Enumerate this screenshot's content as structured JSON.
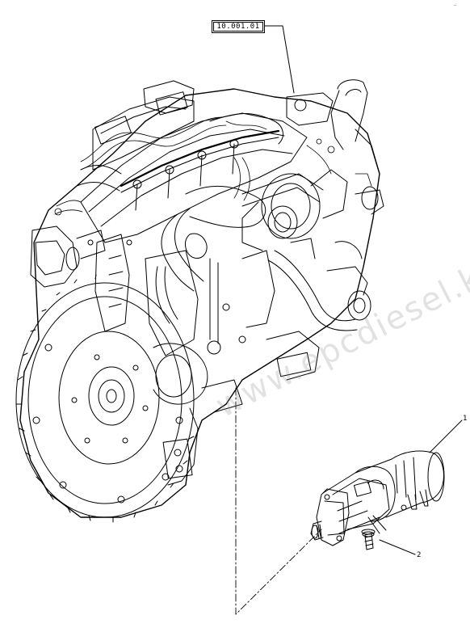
{
  "diagram": {
    "reference_label": "10.001.01",
    "corner_mark": "—",
    "watermark_text": "www.epcdiesel.kz",
    "callouts": [
      {
        "id": "1",
        "label": "1"
      },
      {
        "id": "2",
        "label": "2"
      }
    ],
    "colors": {
      "line": "#000000",
      "background": "#ffffff",
      "watermark": "#9a9a9a"
    },
    "components": [
      {
        "name": "engine-assembly",
        "icon": "engine-line-drawing"
      },
      {
        "name": "starter-motor",
        "icon": "starter-motor-line-drawing",
        "callout": "1"
      },
      {
        "name": "mounting-bolt",
        "icon": "bolt-line-drawing",
        "callout": "2"
      }
    ]
  }
}
